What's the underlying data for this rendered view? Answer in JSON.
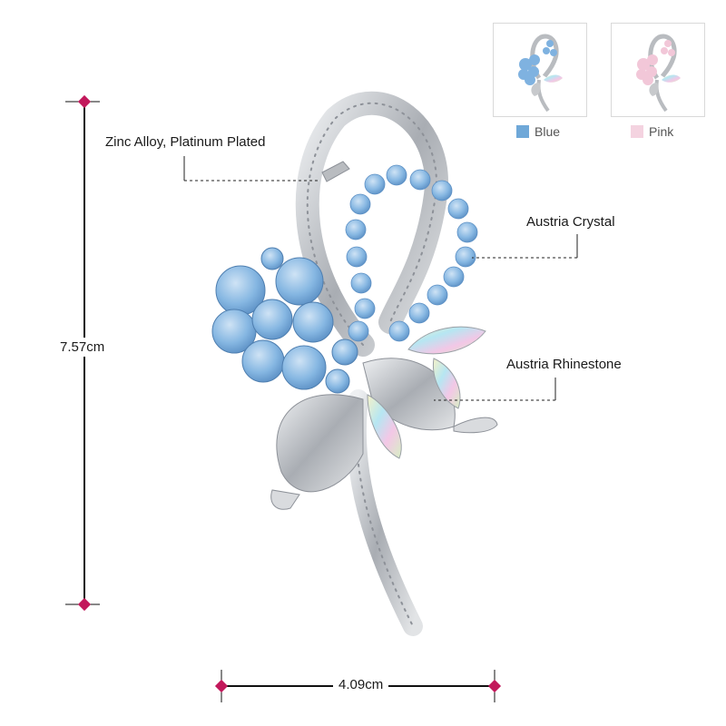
{
  "dimensions": {
    "height_label": "7.57cm",
    "width_label": "4.09cm"
  },
  "callouts": {
    "material": "Zinc Alloy, Platinum Plated",
    "crystal": "Austria Crystal",
    "rhinestone": "Austria Rhinestone"
  },
  "variants": [
    {
      "name": "Blue",
      "color": "#6fa8d8"
    },
    {
      "name": "Pink",
      "color": "#f4d3e0"
    }
  ],
  "colors": {
    "stone_blue": "#7fb2e0",
    "metal": "#c7c9cc",
    "marker": "#c2185b"
  }
}
